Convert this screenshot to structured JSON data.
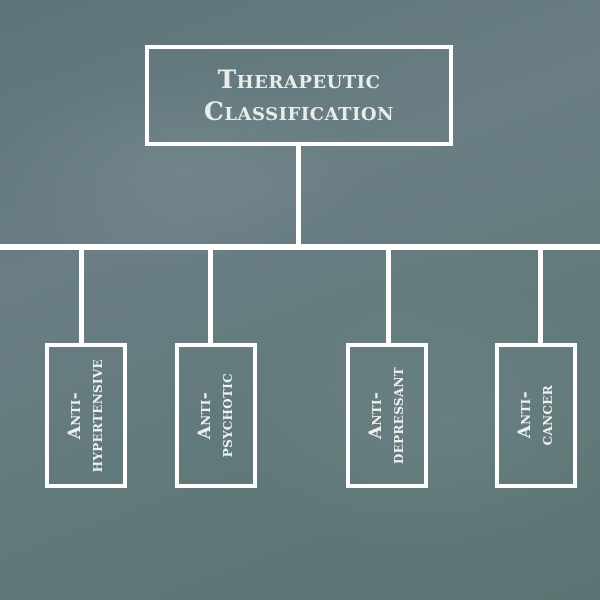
{
  "diagram": {
    "root": {
      "line1": "Therapeutic",
      "line2": "Classification"
    },
    "children": [
      {
        "line1": "Anti-",
        "line2": "hypertensive"
      },
      {
        "line1": "Anti-",
        "line2": "psychotic"
      },
      {
        "line1": "Anti-",
        "line2": "depressant"
      },
      {
        "line1": "Anti-",
        "line2": "cancer"
      }
    ]
  },
  "colors": {
    "background": "#647a7e",
    "lines": "#ffffff",
    "text": "#eceeec"
  }
}
